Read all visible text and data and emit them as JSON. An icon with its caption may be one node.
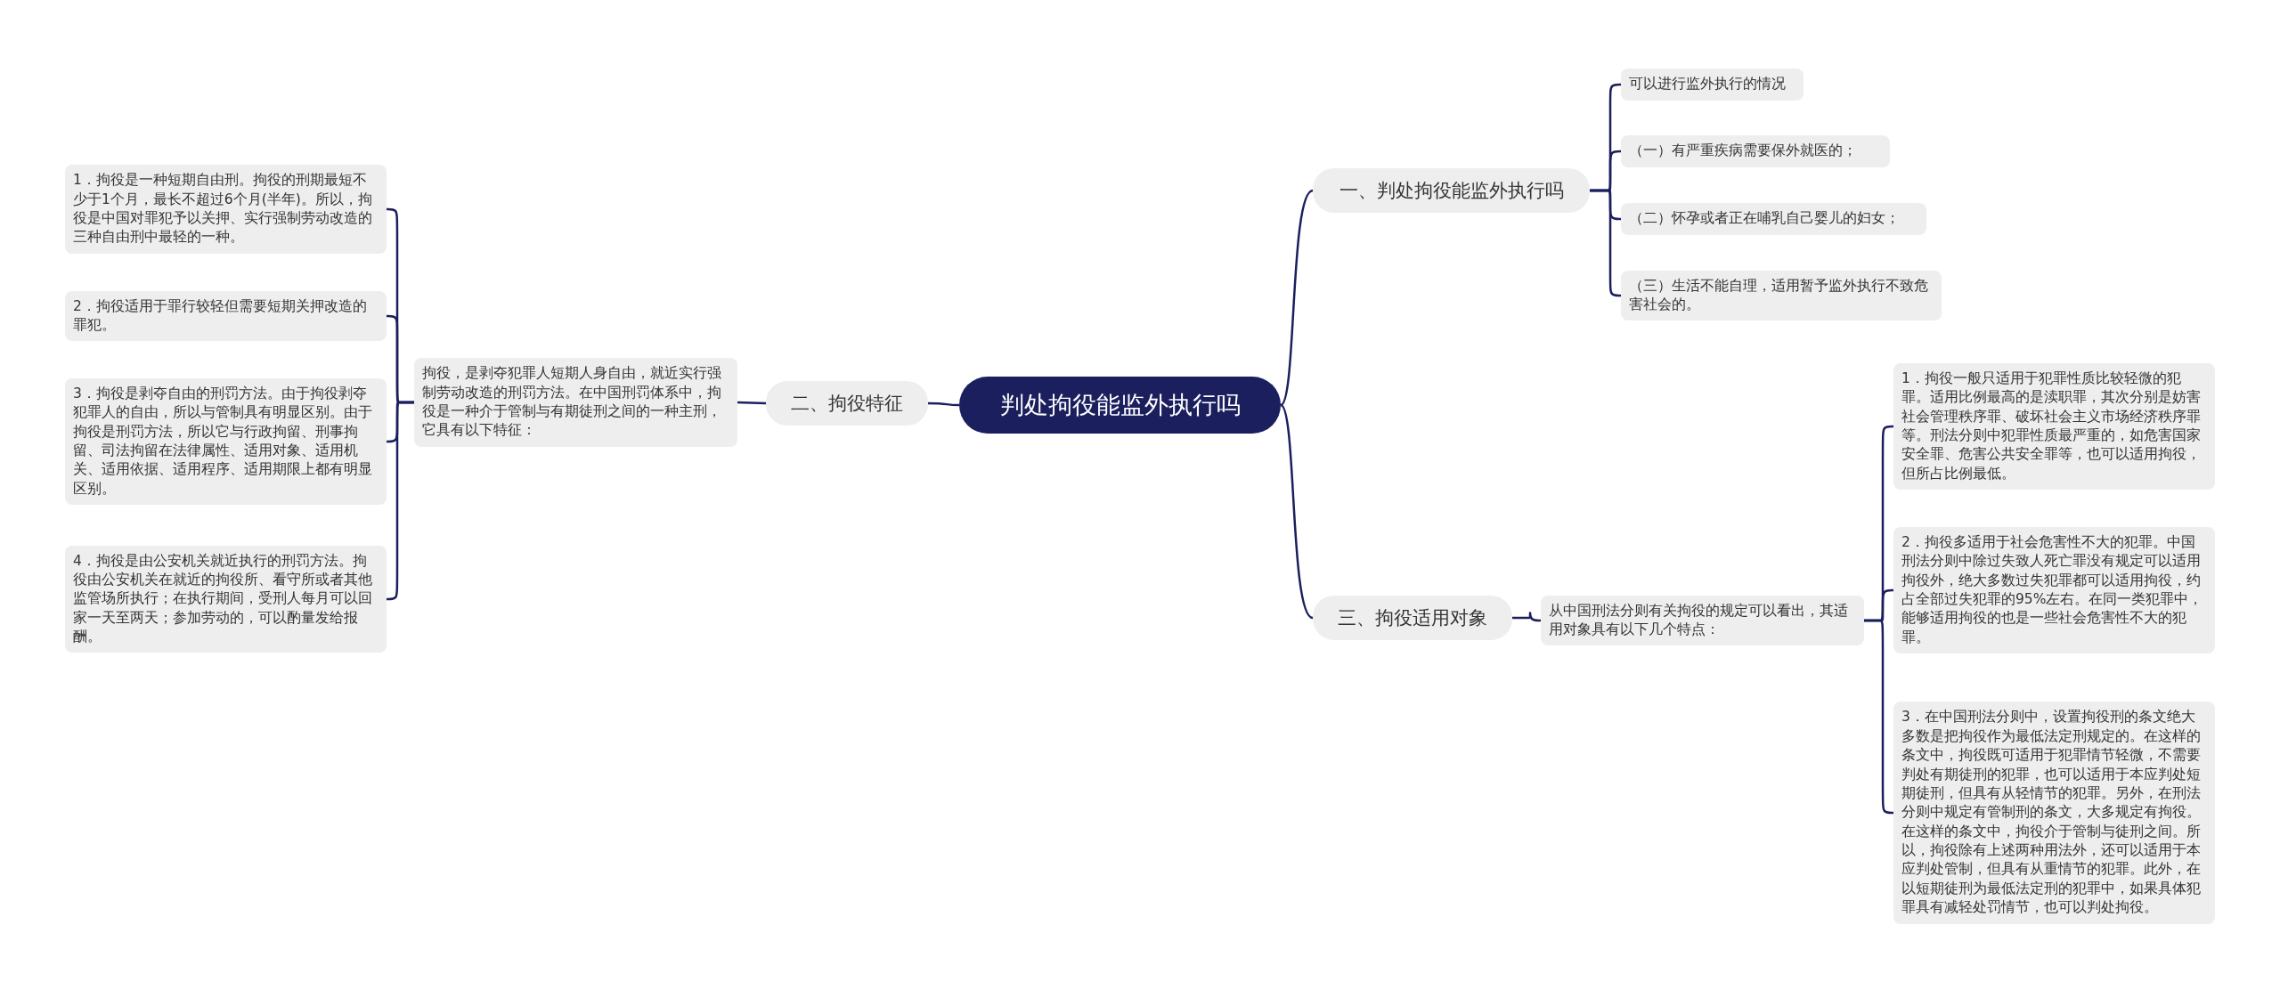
{
  "diagram": {
    "nodes": [
      {
        "text": [
          "判处拘役能监外执行吗"
        ]
      },
      {
        "text": [
          "一、判处拘役能监外执行吗"
        ]
      },
      {
        "text": [
          "可以进行监外执行的情况"
        ]
      },
      {
        "text": [
          "（一）有严重疾病需要保外就医的；"
        ]
      },
      {
        "text": [
          "（二）怀孕或者正在哺乳自己婴儿的妇女；"
        ]
      },
      {
        "text": [
          "（三）生活不能自理，适用暂予监外执行不致危害社会的。"
        ]
      },
      {
        "text": [
          "二、拘役特征"
        ]
      },
      {
        "text": [
          "拘役，是剥夺犯罪人短期人身自由，就近实行强制劳动改造的刑罚方法。在中国刑罚体系中，拘役是一种介于管制与有期徒刑之间的一种主刑，它具有以下特征："
        ]
      },
      {
        "text": [
          "1．拘役是一种短期自由刑。拘役的刑期最短不少于1个月，最长不超过6个月(半年)。所以，拘役是中国对罪犯予以关押、实行强制劳动改造的三种自由刑中最轻的一种。"
        ]
      },
      {
        "text": [
          "2．拘役适用于罪行较轻但需要短期关押改造的罪犯。"
        ]
      },
      {
        "text": [
          "3．拘役是剥夺自由的刑罚方法。由于拘役剥夺犯罪人的自由，所以与管制具有明显区别。由于拘役是刑罚方法，所以它与行政拘留、刑事拘留、司法拘留在法律属性、适用对象、适用机关、适用依据、适用程序、适用期限上都有明显区别。"
        ]
      },
      {
        "text": [
          "4．拘役是由公安机关就近执行的刑罚方法。拘役由公安机关在就近的拘役所、看守所或者其他监管场所执行；在执行期间，受刑人每月可以回家一天至两天；参加劳动的，可以酌量发给报酬。"
        ]
      },
      {
        "text": [
          "三、拘役适用对象"
        ]
      },
      {
        "text": [
          "从中国刑法分则有关拘役的规定可以看出，其适用对象具有以下几个特点："
        ]
      },
      {
        "text": [
          "1．拘役一般只适用于犯罪性质比较轻微的犯罪。适用比例最高的是渎职罪，其次分别是妨害社会管理秩序罪、破坏社会主义市场经济秩序罪等。刑法分则中犯罪性质最严重的，如危害国家安全罪、危害公共安全罪等，也可以适用拘役，但所占比例最低。"
        ]
      },
      {
        "text": [
          "2．拘役多适用于社会危害性不大的犯罪。中国刑法分则中除过失致人死亡罪没有规定可以适用拘役外，绝大多数过失犯罪都可以适用拘役，约占全部过失犯罪的95%左右。在同一类犯罪中，能够适用拘役的也是一些社会危害性不大的犯罪。"
        ]
      },
      {
        "text": [
          "3．在中国刑法分则中，设置拘役刑的条文绝大多数是把拘役作为最低法定刑规定的。在这样的条文中，拘役既可适用于犯罪情节轻微，不需要判处有期徒刑的犯罪，也可以适用于本应判处短期徒刑，但具有从轻情节的犯罪。另外，在刑法分则中规定有管制刑的条文，大多规定有拘役。在这样的条文中，拘役介于管制与徒刑之间。所以，拘役除有上述两种用法外，还可以适用于本应判处管制，但具有从重情节的犯罪。此外，在以短期徒刑为最低法定刑的犯罪中，如果具体犯罪具有减轻处罚情节，也可以判处拘役。"
        ]
      }
    ],
    "edges": [
      {
        "from": 0,
        "to": 1,
        "arrow": "none"
      },
      {
        "from": 1,
        "to": 2,
        "arrow": "none"
      },
      {
        "from": 1,
        "to": 3,
        "arrow": "none"
      },
      {
        "from": 1,
        "to": 4,
        "arrow": "none"
      },
      {
        "from": 1,
        "to": 5,
        "arrow": "none"
      },
      {
        "from": 0,
        "to": 6,
        "arrow": "none"
      },
      {
        "from": 6,
        "to": 7,
        "arrow": "none"
      },
      {
        "from": 7,
        "to": 8,
        "arrow": "none"
      },
      {
        "from": 7,
        "to": 9,
        "arrow": "none"
      },
      {
        "from": 7,
        "to": 10,
        "arrow": "none"
      },
      {
        "from": 7,
        "to": 11,
        "arrow": "none"
      },
      {
        "from": 0,
        "to": 12,
        "arrow": "none"
      },
      {
        "from": 12,
        "to": 13,
        "arrow": "none"
      },
      {
        "from": 13,
        "to": 14,
        "arrow": "none"
      },
      {
        "from": 13,
        "to": 15,
        "arrow": "none"
      },
      {
        "from": 13,
        "to": 16,
        "arrow": "none"
      }
    ]
  }
}
